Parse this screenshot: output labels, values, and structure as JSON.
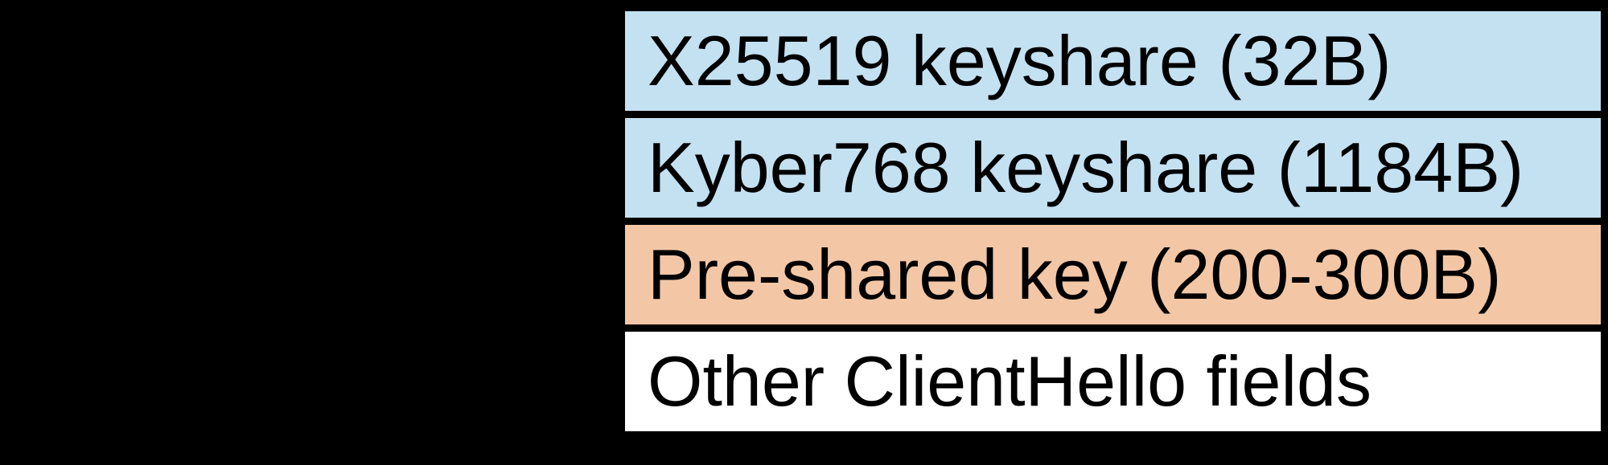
{
  "diagram": {
    "background_color": "#000000",
    "border_color": "#000000",
    "text_color": "#000000",
    "boxes": [
      {
        "label": "X25519 keyshare (32B)",
        "fill": "#c4e1f2"
      },
      {
        "label": "Kyber768 keyshare (1184B)",
        "fill": "#c4e1f2"
      },
      {
        "label": "Pre-shared key (200-300B)",
        "fill": "#f3c7a6"
      },
      {
        "label": "Other ClientHello fields",
        "fill": "#ffffff"
      }
    ]
  }
}
